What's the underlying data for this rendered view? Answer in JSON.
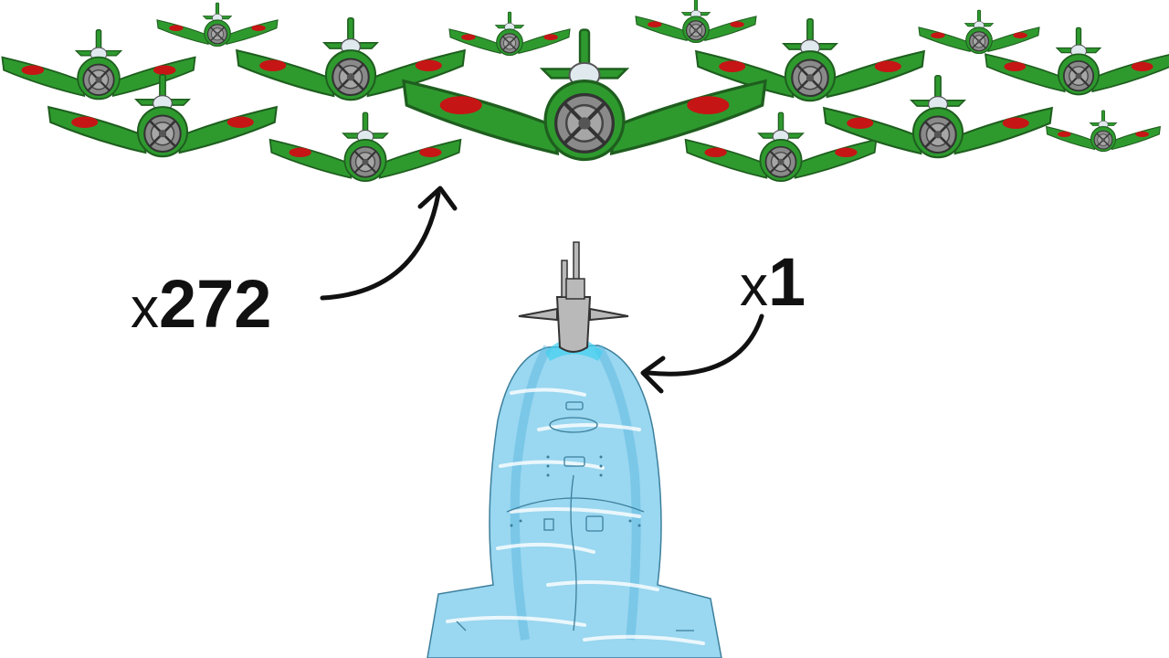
{
  "labels": {
    "planes": {
      "prefix": "x",
      "count": "272"
    },
    "submarine": {
      "prefix": "x",
      "count": "1"
    }
  },
  "colors": {
    "plane_body": "#2e9a2e",
    "plane_outline": "#1f5e1f",
    "roundel": "#c61515",
    "propeller": "#8a8a8a",
    "water_light": "#9ad7f0",
    "water_dark": "#5ab7e0",
    "conning_tower": "#b9b9b9",
    "arrow": "#111111"
  },
  "icons": [
    "fighter-plane-icon",
    "submarine-icon",
    "curved-arrow-icon"
  ]
}
